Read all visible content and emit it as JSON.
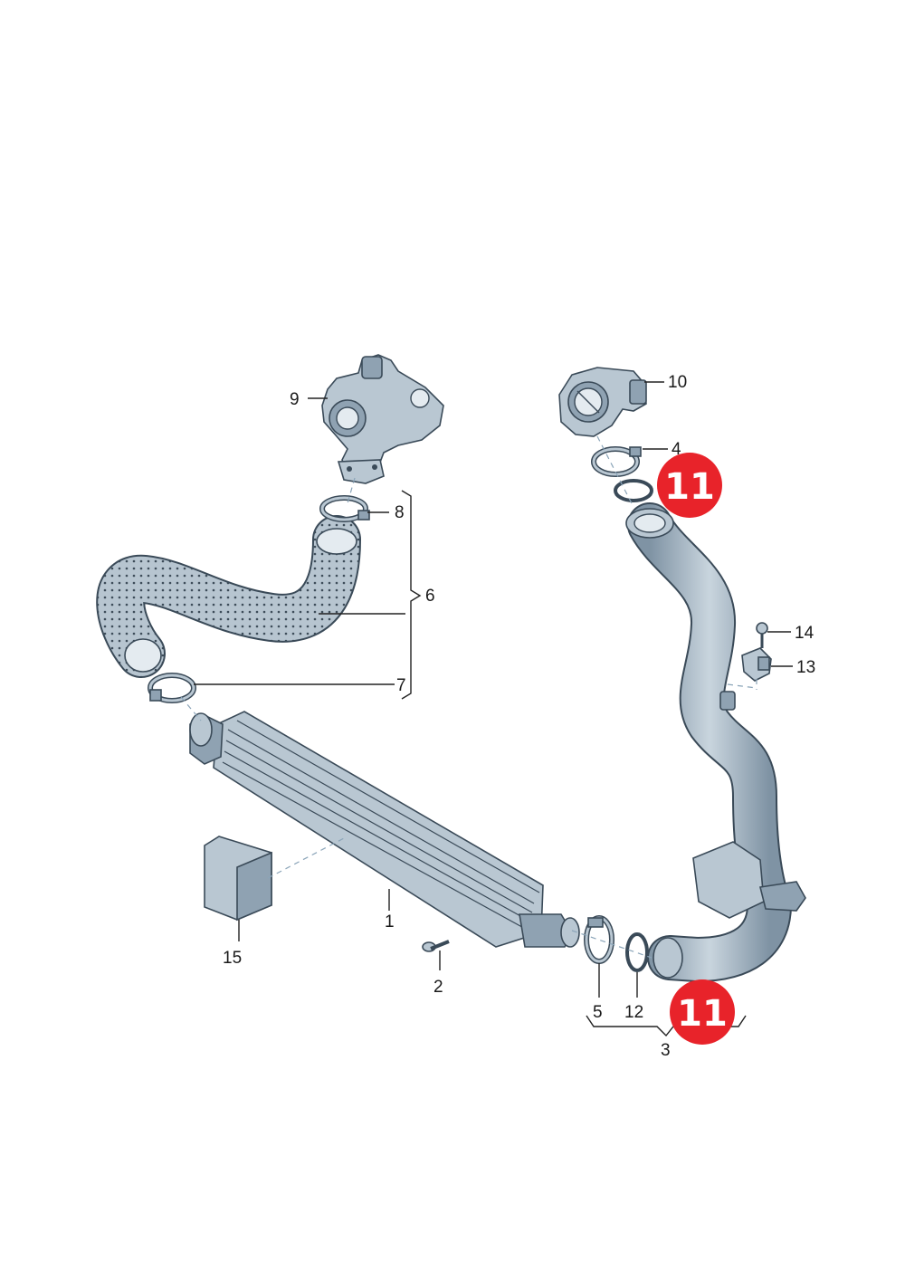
{
  "callouts": {
    "c1": "1",
    "c2": "2",
    "c3": "3",
    "c4": "4",
    "c5": "5",
    "c6": "6",
    "c7": "7",
    "c8": "8",
    "c9": "9",
    "c10": "10",
    "c12": "12",
    "c13": "13",
    "c14": "14",
    "c15": "15"
  },
  "badges": {
    "upper": "11",
    "lower": "11"
  },
  "colors": {
    "badge": "#e8232a",
    "part_fill": "#b9c7d2",
    "part_outline": "#3a4a58"
  }
}
